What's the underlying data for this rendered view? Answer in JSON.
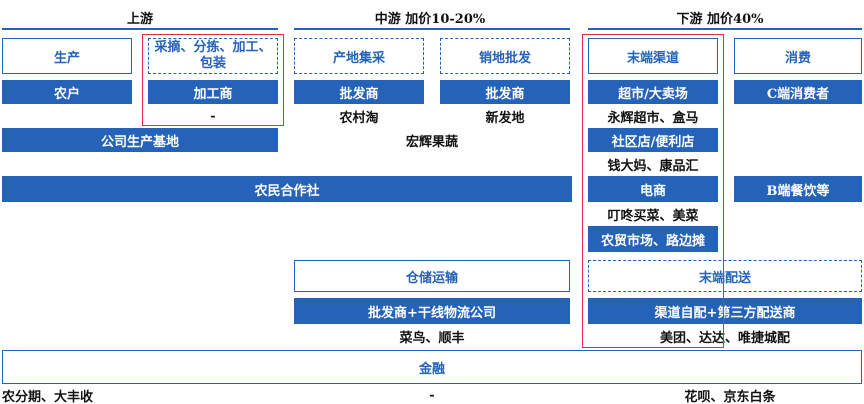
{
  "stages": {
    "upstream": "上游",
    "midstream": "中游  加价10-20%",
    "downstream": "下游  加价40%"
  },
  "row_headers": {
    "production": "生产",
    "processing": "采摘、分拣、加工、包装",
    "origin_collection": "产地集采",
    "wholesale": "销地批发",
    "end_channel": "末端渠道",
    "consumption": "消费"
  },
  "participants": {
    "farmer": "农户",
    "processor": "加工商",
    "wholesaler_origin": "批发商",
    "wholesaler_sales": "批发商",
    "supermarket": "超市/大卖场",
    "c_consumer": "C端消费者"
  },
  "examples": {
    "processor_example": "-",
    "origin_example": "农村淘",
    "sales_example": "新发地",
    "supermarket_example": "永辉超市、盒马",
    "community_example": "钱大妈、康品汇",
    "ecommerce_example": "叮咚买菜、美菜"
  },
  "bars": {
    "base": "公司生产基地",
    "base_example": "宏辉果蔬",
    "coop": "农民合作社",
    "community_store": "社区店/便利店",
    "ecommerce": "电商",
    "b_catering": "B端餐饮等",
    "market": "农贸市场、路边摊"
  },
  "logistics": {
    "warehouse": "仓储运输",
    "last_mile": "末端配送",
    "wholesale_logistics": "批发商+干线物流公司",
    "delivery": "渠道自配+第三方配送商",
    "wholesale_example": "菜鸟、顺丰",
    "delivery_example": "美团、达达、唯捷城配"
  },
  "finance": {
    "label": "金融",
    "left_example": "农分期、大丰收",
    "mid_example": "-",
    "right_example": "花呗、京东白条"
  },
  "colors": {
    "primary_blue": "#2563b8",
    "highlight_red": "#e0303a"
  }
}
